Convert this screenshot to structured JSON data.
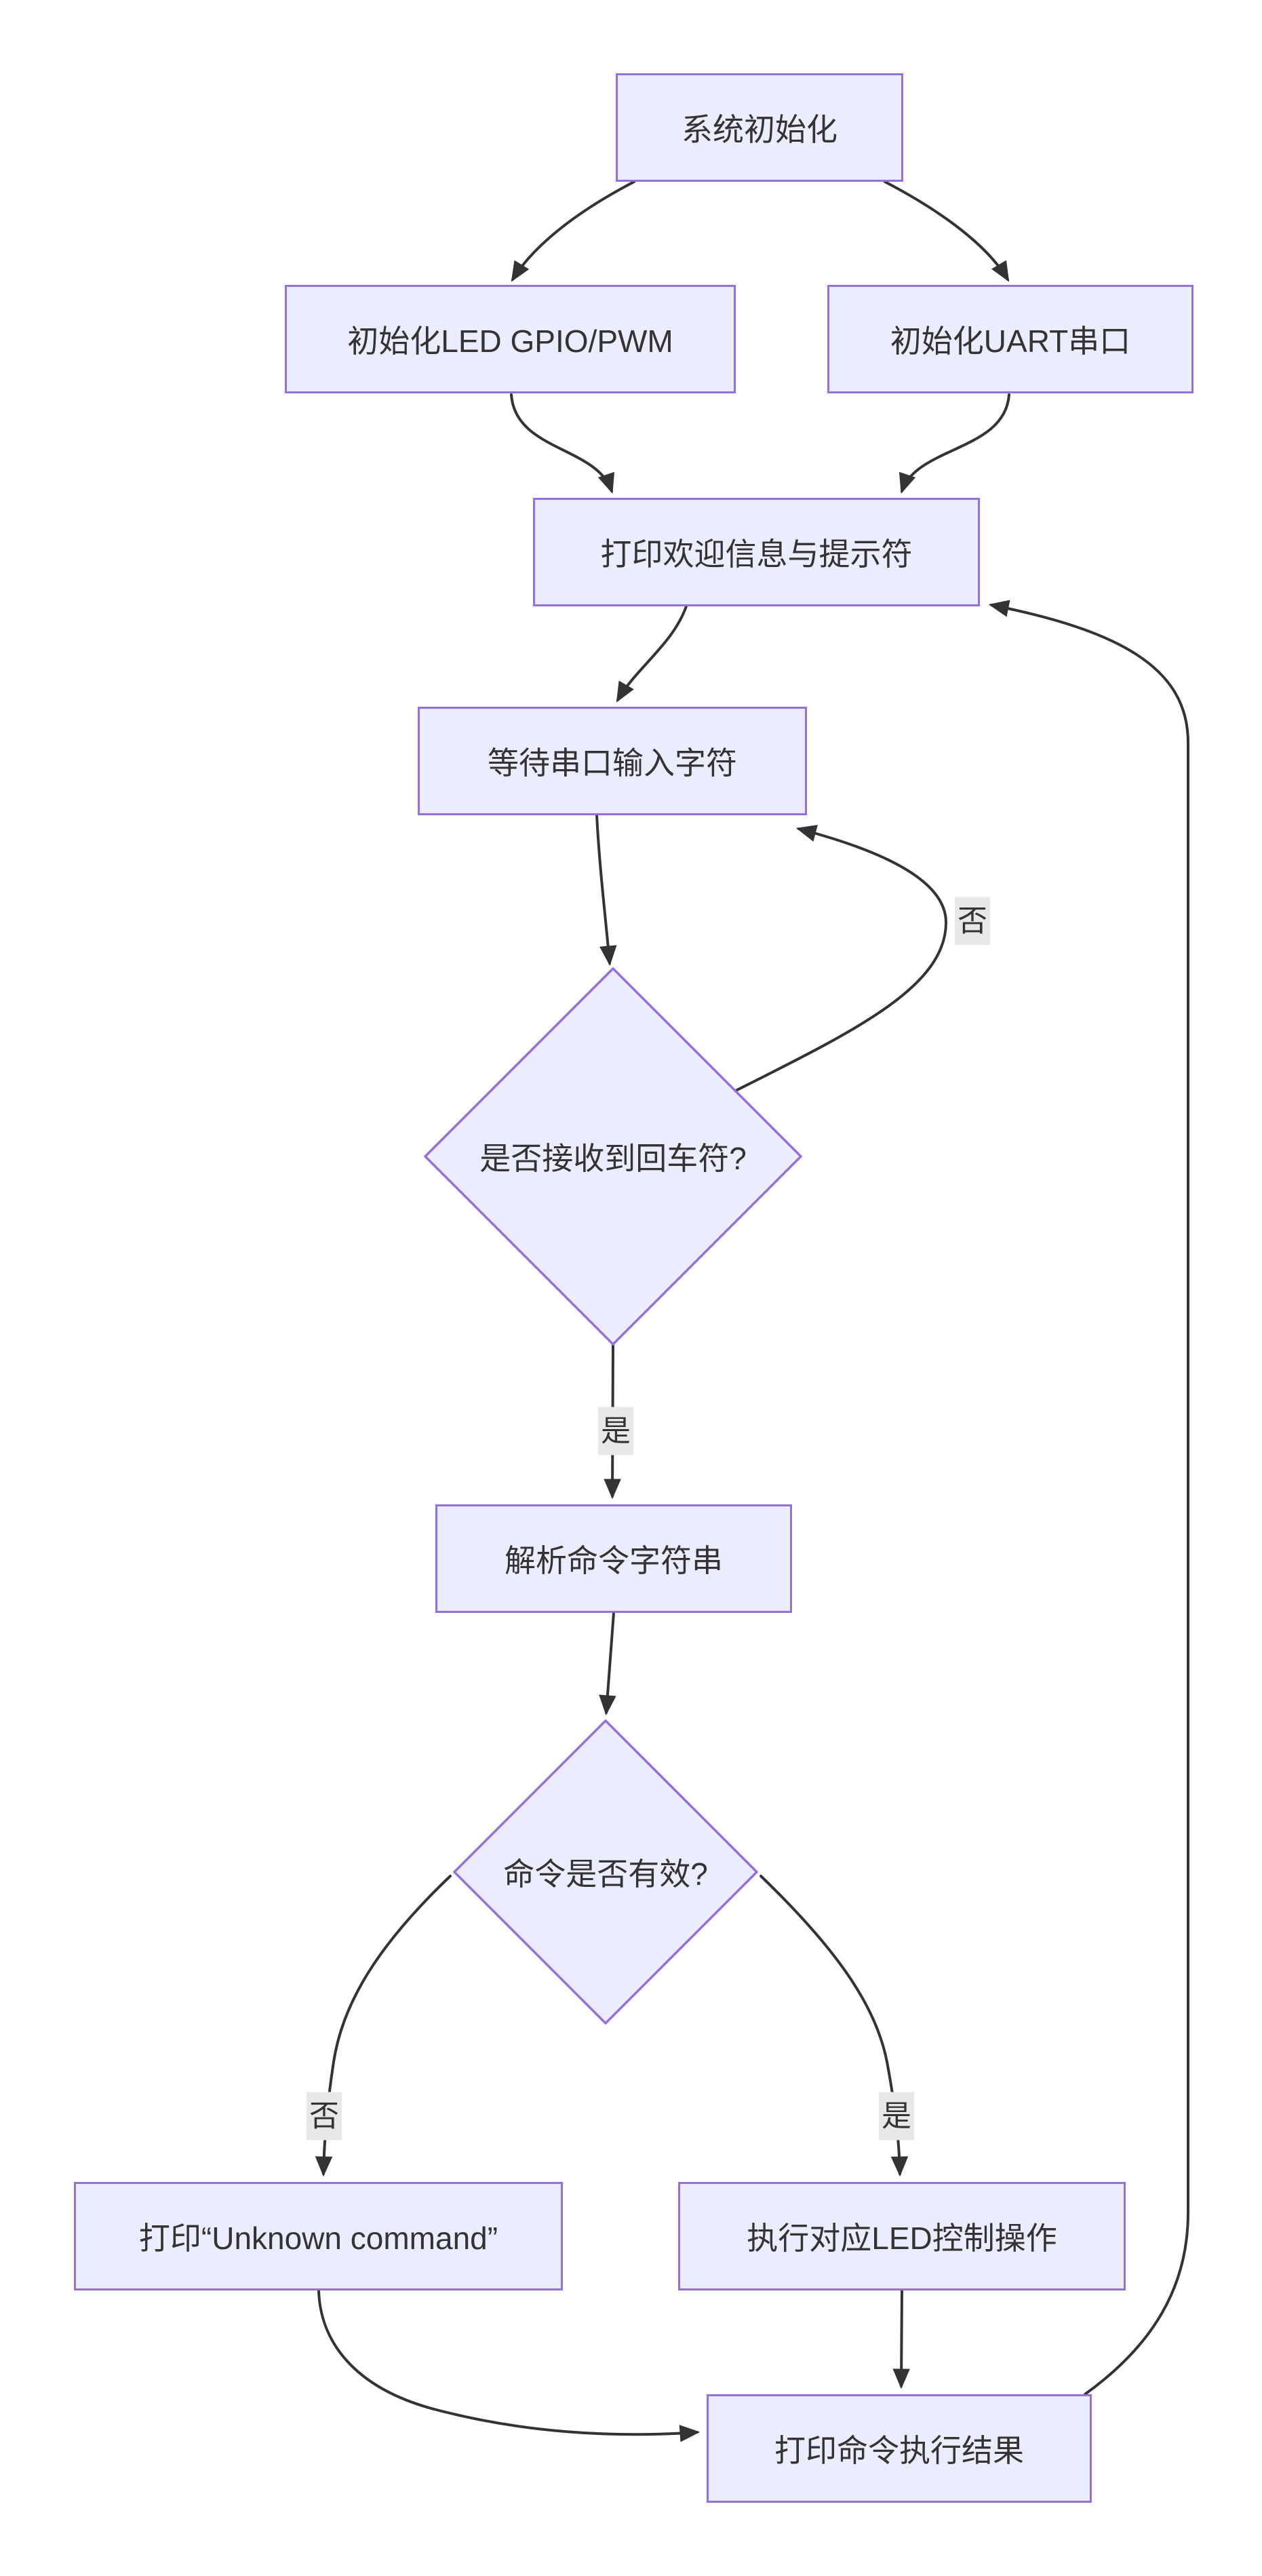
{
  "diagram": {
    "type": "flowchart",
    "direction": "top-down",
    "style": {
      "background": "#ffffff",
      "node_fill": "#ECECFF",
      "node_border": "#9370DB",
      "edge_color": "#333333",
      "text_color": "#333333",
      "edge_label_bg": "#e8e8e8"
    },
    "nodes": [
      {
        "id": "init",
        "shape": "rect",
        "label": "系统初始化"
      },
      {
        "id": "led_init",
        "shape": "rect",
        "label": "初始化LED GPIO/PWM"
      },
      {
        "id": "uart_init",
        "shape": "rect",
        "label": "初始化UART串口"
      },
      {
        "id": "welcome",
        "shape": "rect",
        "label": "打印欢迎信息与提示符"
      },
      {
        "id": "wait_input",
        "shape": "rect",
        "label": "等待串口输入字符"
      },
      {
        "id": "cr_check",
        "shape": "diamond",
        "label": "是否接收到回车符?"
      },
      {
        "id": "parse_cmd",
        "shape": "rect",
        "label": "解析命令字符串"
      },
      {
        "id": "valid_check",
        "shape": "diamond",
        "label": "命令是否有效?"
      },
      {
        "id": "unknown_cmd",
        "shape": "rect",
        "label": "打印“Unknown command”"
      },
      {
        "id": "exec_led",
        "shape": "rect",
        "label": "执行对应LED控制操作"
      },
      {
        "id": "print_result",
        "shape": "rect",
        "label": "打印命令执行结果"
      }
    ],
    "edges": [
      {
        "from": "init",
        "to": "led_init",
        "label": ""
      },
      {
        "from": "init",
        "to": "uart_init",
        "label": ""
      },
      {
        "from": "led_init",
        "to": "welcome",
        "label": ""
      },
      {
        "from": "uart_init",
        "to": "welcome",
        "label": ""
      },
      {
        "from": "welcome",
        "to": "wait_input",
        "label": ""
      },
      {
        "from": "wait_input",
        "to": "cr_check",
        "label": ""
      },
      {
        "from": "cr_check",
        "to": "wait_input",
        "label": "否"
      },
      {
        "from": "cr_check",
        "to": "parse_cmd",
        "label": "是"
      },
      {
        "from": "parse_cmd",
        "to": "valid_check",
        "label": ""
      },
      {
        "from": "valid_check",
        "to": "unknown_cmd",
        "label": "否"
      },
      {
        "from": "valid_check",
        "to": "exec_led",
        "label": "是"
      },
      {
        "from": "unknown_cmd",
        "to": "print_result",
        "label": ""
      },
      {
        "from": "exec_led",
        "to": "print_result",
        "label": ""
      },
      {
        "from": "print_result",
        "to": "welcome",
        "label": ""
      }
    ]
  }
}
